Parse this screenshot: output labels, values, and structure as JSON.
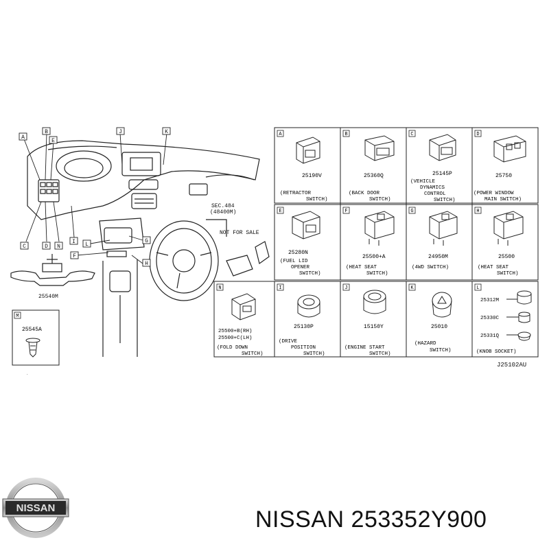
{
  "overview": {
    "callouts": [
      "A",
      "B",
      "E",
      "J",
      "K",
      "C",
      "D",
      "N",
      "I",
      "L",
      "G",
      "F",
      "H"
    ],
    "part_labels": {
      "combo_switch": "25540M",
      "sec_ref_line1": "SEC.484",
      "sec_ref_line2": "(48400M)",
      "not_for_sale": "NOT FOR SALE"
    },
    "clip": {
      "letter": "M",
      "part_no": "25545A"
    }
  },
  "panels": [
    {
      "letter": "A",
      "part": "25190V",
      "desc": [
        "(RETRACTOR",
        "SWITCH)"
      ]
    },
    {
      "letter": "B",
      "part": "25360Q",
      "desc": [
        "(BACK DOOR",
        "SWITCH)"
      ]
    },
    {
      "letter": "C",
      "part": "25145P",
      "desc": [
        "(VEHICLE",
        "DYNAMICS",
        "CONTROL",
        "SWITCH)"
      ]
    },
    {
      "letter": "D",
      "part": "25750",
      "desc": [
        "(POWER WINDOW",
        "MAIN SWITCH)"
      ]
    },
    {
      "letter": "E",
      "part": "25280N",
      "desc": [
        "(FUEL LID",
        "OPENER",
        "SWITCH)"
      ]
    },
    {
      "letter": "F",
      "part": "25500+A",
      "desc": [
        "(HEAT SEAT",
        "SWITCH)"
      ]
    },
    {
      "letter": "G",
      "part": "24950M",
      "desc": [
        "(4WD SWITCH)"
      ]
    },
    {
      "letter": "H",
      "part": "25500",
      "desc": [
        "(HEAT SEAT",
        "SWITCH)"
      ]
    },
    {
      "letter": "N",
      "part": "25500+B(RH)",
      "part2": "25500+C(LH)",
      "desc": [
        "(FOLD DOWN",
        "SWITCH)"
      ]
    },
    {
      "letter": "I",
      "part": "25130P",
      "desc": [
        "(DRIVE",
        "POSITION",
        "SWITCH)"
      ]
    },
    {
      "letter": "J",
      "part": "15150Y",
      "desc": [
        "(ENGINE START",
        "SWITCH)"
      ]
    },
    {
      "letter": "K",
      "part": "25010",
      "desc": [
        "(HAZARD",
        "SWITCH)"
      ]
    }
  ],
  "panel_l": {
    "letter": "L",
    "parts": [
      "25312M",
      "25330C",
      "25331Q"
    ],
    "desc": "(KNOB SOCKET)"
  },
  "figure_code": "J25102AU",
  "brand": {
    "logo_text": "NISSAN",
    "caption": "NISSAN 253352Y900"
  }
}
